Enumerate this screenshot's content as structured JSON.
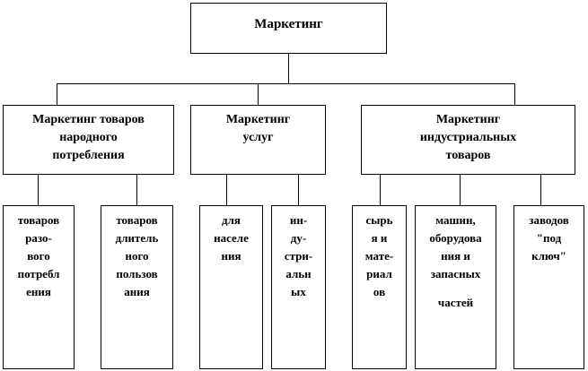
{
  "root": "Маркетинг",
  "categories": [
    {
      "lines": [
        "Маркетинг  товаров",
        "народного",
        "потребления"
      ],
      "children": [
        [
          "товаров",
          "разо-",
          "вого",
          "потребл",
          "ения"
        ],
        [
          "товаров",
          "длитель",
          "ного",
          "пользов",
          "ания"
        ]
      ]
    },
    {
      "lines": [
        "Маркетинг",
        "услуг"
      ],
      "children": [
        [
          "для",
          "населе",
          "ния"
        ],
        [
          "ин-",
          "ду-",
          "стри-",
          "альн",
          "ых"
        ]
      ]
    },
    {
      "lines": [
        "Маркетинг",
        "индустриальных",
        "товаров"
      ],
      "children": [
        [
          "сырь",
          "я и",
          "мате-",
          "риал",
          "ов"
        ],
        [
          "машин,",
          "оборудова",
          "ния  и",
          "запасных",
          "частей"
        ],
        [
          "заводов",
          "\"под",
          "ключ\""
        ]
      ]
    }
  ]
}
